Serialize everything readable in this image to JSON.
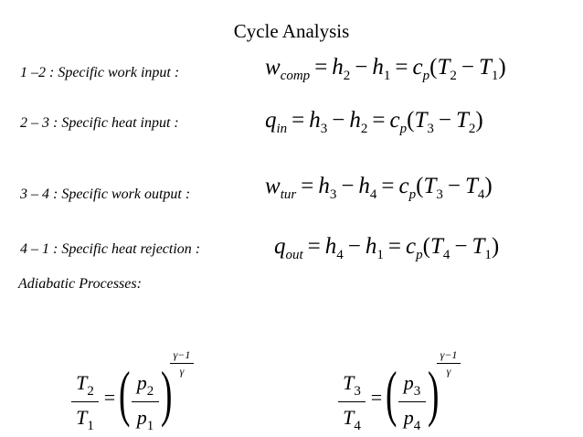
{
  "title": "Cycle Analysis",
  "processes": [
    {
      "label": "1 –2 : Specific work input :",
      "lhs": "w",
      "lhs_sub": "comp",
      "h_a": "2",
      "h_b": "1",
      "cp": "c",
      "cp_sub": "p",
      "T_a": "2",
      "T_b": "1"
    },
    {
      "label": "2 – 3 : Specific heat input :",
      "lhs": "q",
      "lhs_sub": "in",
      "h_a": "3",
      "h_b": "2",
      "cp": "c",
      "cp_sub": "p",
      "T_a": "3",
      "T_b": "2"
    },
    {
      "label": "3 – 4 : Specific work output :",
      "lhs": "w",
      "lhs_sub": "tur",
      "h_a": "3",
      "h_b": "4",
      "cp": "c",
      "cp_sub": "p",
      "T_a": "3",
      "T_b": "4"
    },
    {
      "label": "4 – 1 : Specific heat rejection :",
      "lhs": "q",
      "lhs_sub": "out",
      "h_a": "4",
      "h_b": "1",
      "cp": "c",
      "cp_sub": "p",
      "T_a": "4",
      "T_b": "1"
    }
  ],
  "adiabatic_heading": "Adiabatic Processes:",
  "adiabatic": [
    {
      "T_num": "2",
      "T_den": "1",
      "p_num": "2",
      "p_den": "1",
      "exp_num": "γ−1",
      "exp_den": "γ"
    },
    {
      "T_num": "3",
      "T_den": "4",
      "p_num": "3",
      "p_den": "4",
      "exp_num": "γ−1",
      "exp_den": "γ"
    }
  ],
  "symbols": {
    "h": "h",
    "T": "T",
    "p": "p",
    "equals": "=",
    "minus": "−",
    "lparen": "(",
    "rparen": ")"
  }
}
